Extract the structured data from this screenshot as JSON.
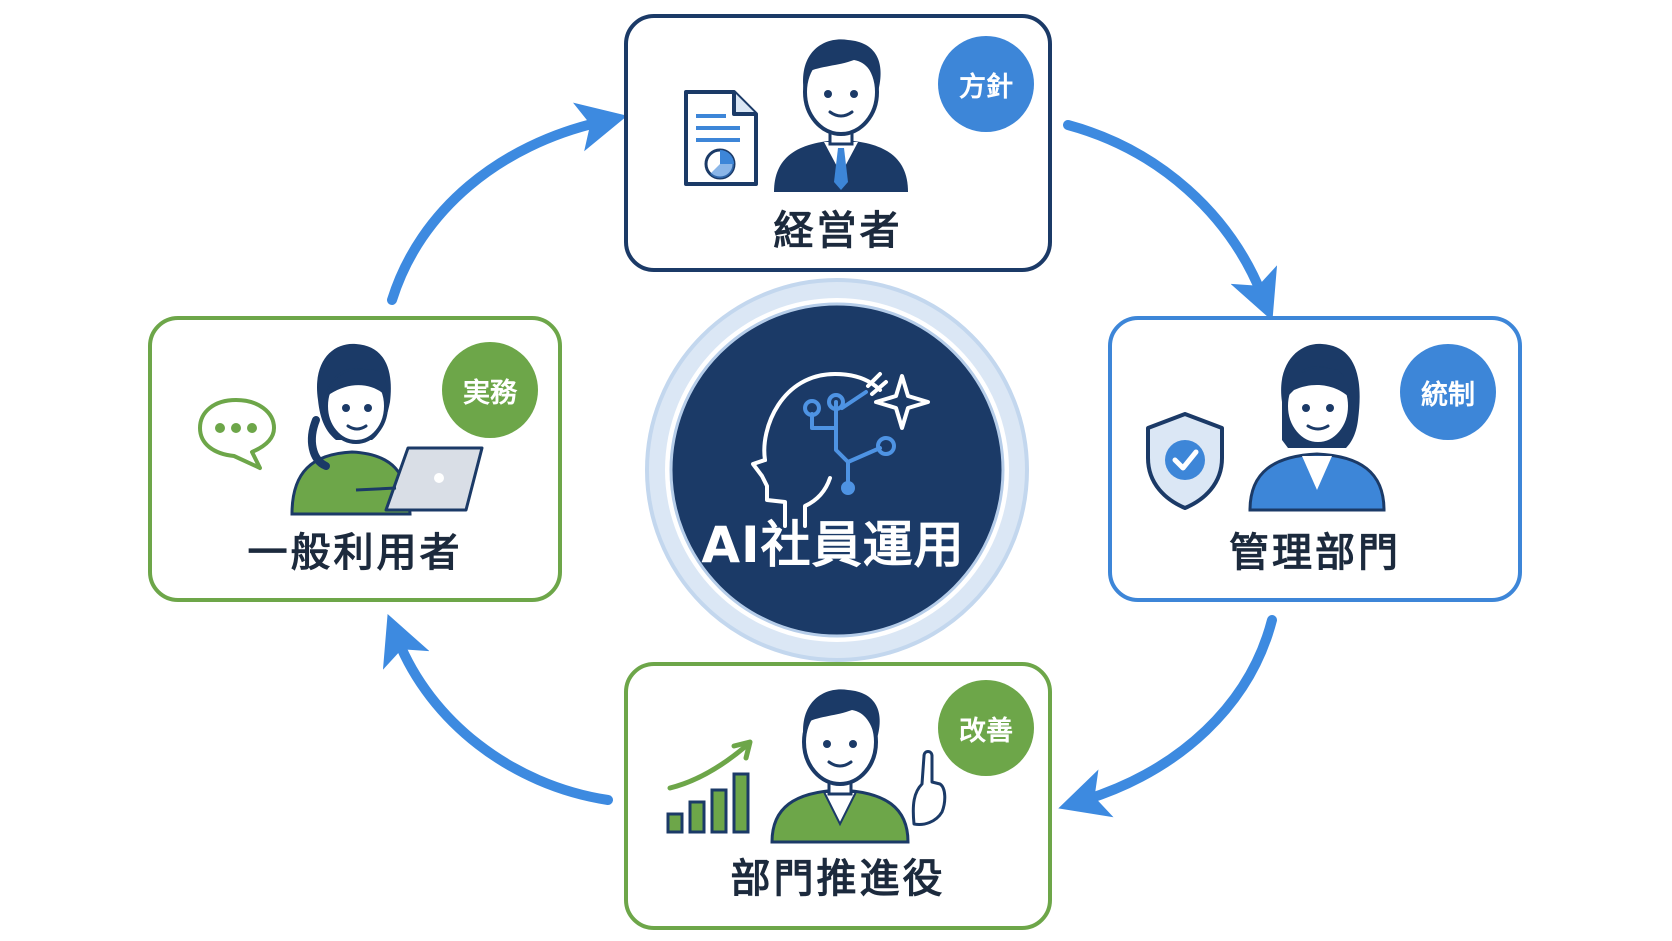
{
  "center": {
    "title": "AI社員運用"
  },
  "roles": [
    {
      "label": "経営者",
      "badge": "方針"
    },
    {
      "label": "管理部門",
      "badge": "統制"
    },
    {
      "label": "部門推進役",
      "badge": "改善"
    },
    {
      "label": "一般利用者",
      "badge": "実務"
    }
  ],
  "icons": {
    "executive": [
      "document-chart-icon",
      "businessman-icon"
    ],
    "admin": [
      "shield-check-icon",
      "businesswoman-icon"
    ],
    "promoter": [
      "growth-chart-icon",
      "man-pointing-icon"
    ],
    "user": [
      "speech-bubble-icon",
      "woman-laptop-icon"
    ],
    "center": "ai-brain-icon"
  },
  "colors": {
    "navy": "#1b3a67",
    "blue": "#3d86d8",
    "green": "#6da649",
    "arrow": "#3d8ae0"
  }
}
